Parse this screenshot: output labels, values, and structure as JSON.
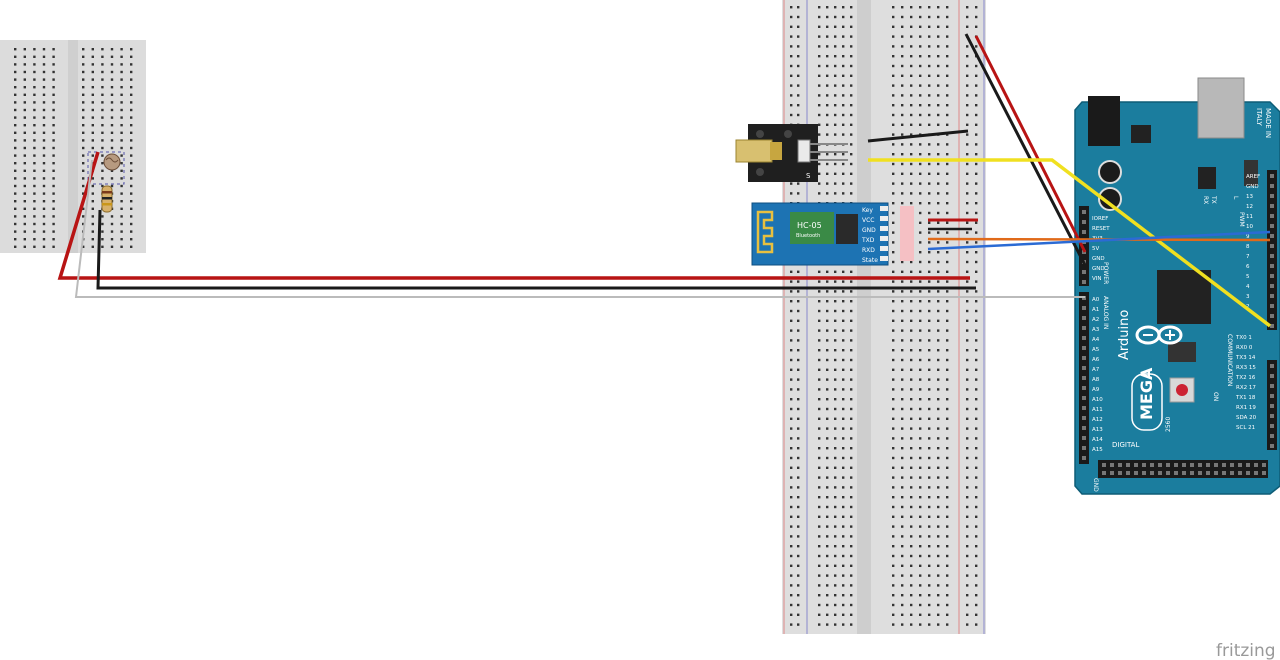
{
  "brand": "fritzing",
  "laser": {
    "pin": "S"
  },
  "bluetooth": {
    "chip": "HC-05",
    "sub": "Bluetooth",
    "pins": [
      "Key",
      "VCC",
      "GND",
      "TXD",
      "RXD",
      "State"
    ]
  },
  "arduino": {
    "name": "Arduino",
    "model": "MEGA",
    "made_in": [
      "MADE IN",
      "ITALY"
    ],
    "left_power": [
      "IOREF",
      "RESET",
      "3V3",
      "5V",
      "GND",
      "GND",
      "VIN"
    ],
    "power_label": "POWER",
    "analog_label": "ANALOG IN",
    "analog_pins": [
      "A0",
      "A1",
      "A2",
      "A3",
      "A4",
      "A5",
      "A6",
      "A7",
      "A8",
      "A9",
      "A10",
      "A11",
      "A12",
      "A13",
      "A14",
      "A15"
    ],
    "top_right": [
      "AREF",
      "GND",
      "13",
      "12",
      "11",
      "10",
      "9",
      "8",
      "7",
      "6",
      "5",
      "4",
      "3",
      "2"
    ],
    "pwm_label": "PWM",
    "comm_pins": [
      "TX0 1",
      "RX0 0",
      "TX3 14",
      "RX3 15",
      "TX2 16",
      "RX2 17",
      "TX1 18",
      "RX1 19",
      "SDA 20",
      "SCL 21"
    ],
    "comm_label": "COMMUNICATION",
    "tx_rx": [
      "TX",
      "RX"
    ],
    "l_led": "L",
    "on_led": "ON",
    "digital_label": "DIGITAL",
    "gnd_label": "GND",
    "num_2560": "2560"
  }
}
